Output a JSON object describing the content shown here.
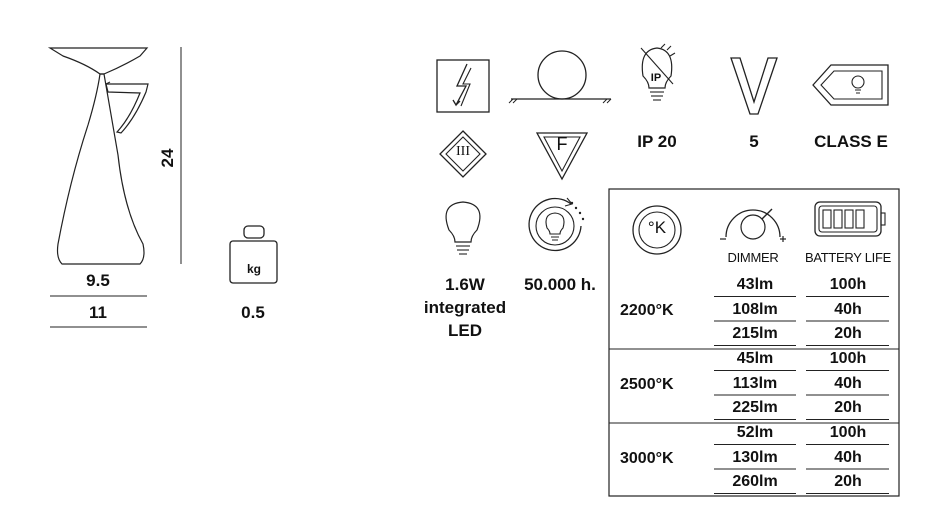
{
  "product": {
    "height": "24",
    "base_width": "9.5",
    "width": "11",
    "weight_unit": "kg",
    "weight": "0.5"
  },
  "icons": [
    {
      "name": "rated-power-icon"
    },
    {
      "name": "indoor-surface-icon"
    },
    {
      "name": "ip-rating-icon",
      "glyph_text": "IP",
      "label": "IP 20"
    },
    {
      "name": "v-icon",
      "label": "5"
    },
    {
      "name": "energy-class-icon",
      "label": "CLASS E"
    },
    {
      "name": "class-iii-icon",
      "glyph_text": "III"
    },
    {
      "name": "f-mark-icon",
      "glyph_text": "F"
    }
  ],
  "specs": {
    "power_line1": "1.6W",
    "power_line2": "integrated",
    "power_line3": "LED",
    "lifetime": "50.000 h."
  },
  "table": {
    "kelvin_icon_text": "°K",
    "dimmer_header": "DIMMER",
    "battery_header": "BATTERY LIFE",
    "groups": [
      {
        "temp": "2200°K",
        "rows": [
          {
            "lm": "43lm",
            "life": "100h"
          },
          {
            "lm": "108lm",
            "life": "40h"
          },
          {
            "lm": "215lm",
            "life": "20h"
          }
        ]
      },
      {
        "temp": "2500°K",
        "rows": [
          {
            "lm": "45lm",
            "life": "100h"
          },
          {
            "lm": "113lm",
            "life": "40h"
          },
          {
            "lm": "225lm",
            "life": "20h"
          }
        ]
      },
      {
        "temp": "3000°K",
        "rows": [
          {
            "lm": "52lm",
            "life": "100h"
          },
          {
            "lm": "130lm",
            "life": "40h"
          },
          {
            "lm": "260lm",
            "life": "20h"
          }
        ]
      }
    ]
  },
  "colors": {
    "ink": "#1a1a1a"
  }
}
